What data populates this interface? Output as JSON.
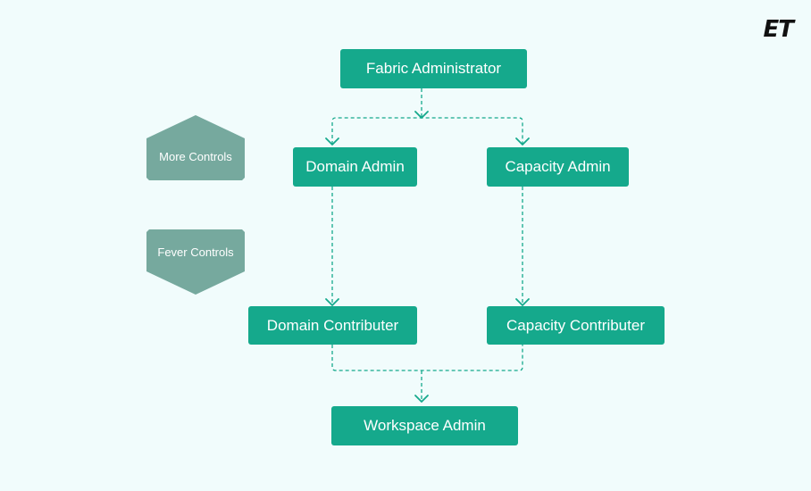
{
  "logo": {
    "text": "ET"
  },
  "legend": {
    "more_controls": "More Controls",
    "fewer_controls": "Fever Controls"
  },
  "nodes": {
    "fabric_administrator": "Fabric Administrator",
    "domain_admin": "Domain Admin",
    "capacity_admin": "Capacity Admin",
    "domain_contributer": "Domain Contributer",
    "capacity_contributer": "Capacity Contributer",
    "workspace_admin": "Workspace Admin"
  },
  "colors": {
    "background": "#f1fcfc",
    "node": "#15a98c",
    "legend_shape": "#76a99e",
    "connector": "#15a98c",
    "logo": "#111111"
  }
}
